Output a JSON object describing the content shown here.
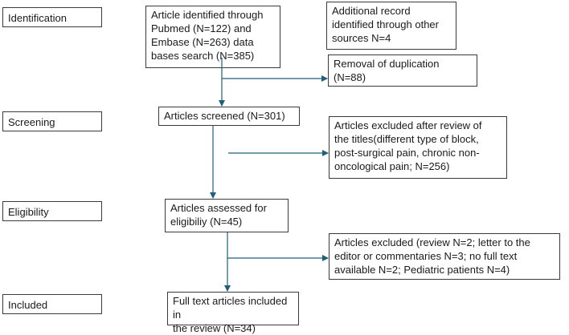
{
  "stages": {
    "identification": "Identification",
    "screening": "Screening",
    "eligibility": "Eligibility",
    "included": "Included"
  },
  "boxes": {
    "identified": "Article identified through\nPubmed (N=122) and\nEmbase (N=263) data\nbases search (N=385)",
    "additional": "Additional record\nidentified through other\nsources N=4",
    "duplicates": "Removal of duplication\n(N=88)",
    "screened": "Articles screened (N=301)",
    "excluded_titles": "Articles excluded after review of\nthe titles(different type of block,\npost-surgical pain, chronic non-\noncological pain; N=256)",
    "assessed": "Articles assessed for\neligibiliy (N=45)",
    "excluded_full": "Articles excluded (review N=2; letter to the\neditor or commentaries N=3; no full text\navailable N=2; Pediatric patients N=4)",
    "included": "Full text articles included in\nthe review (N=34)"
  },
  "colors": {
    "arrow": "#1f5f7a",
    "border": "#3a3a3a"
  }
}
